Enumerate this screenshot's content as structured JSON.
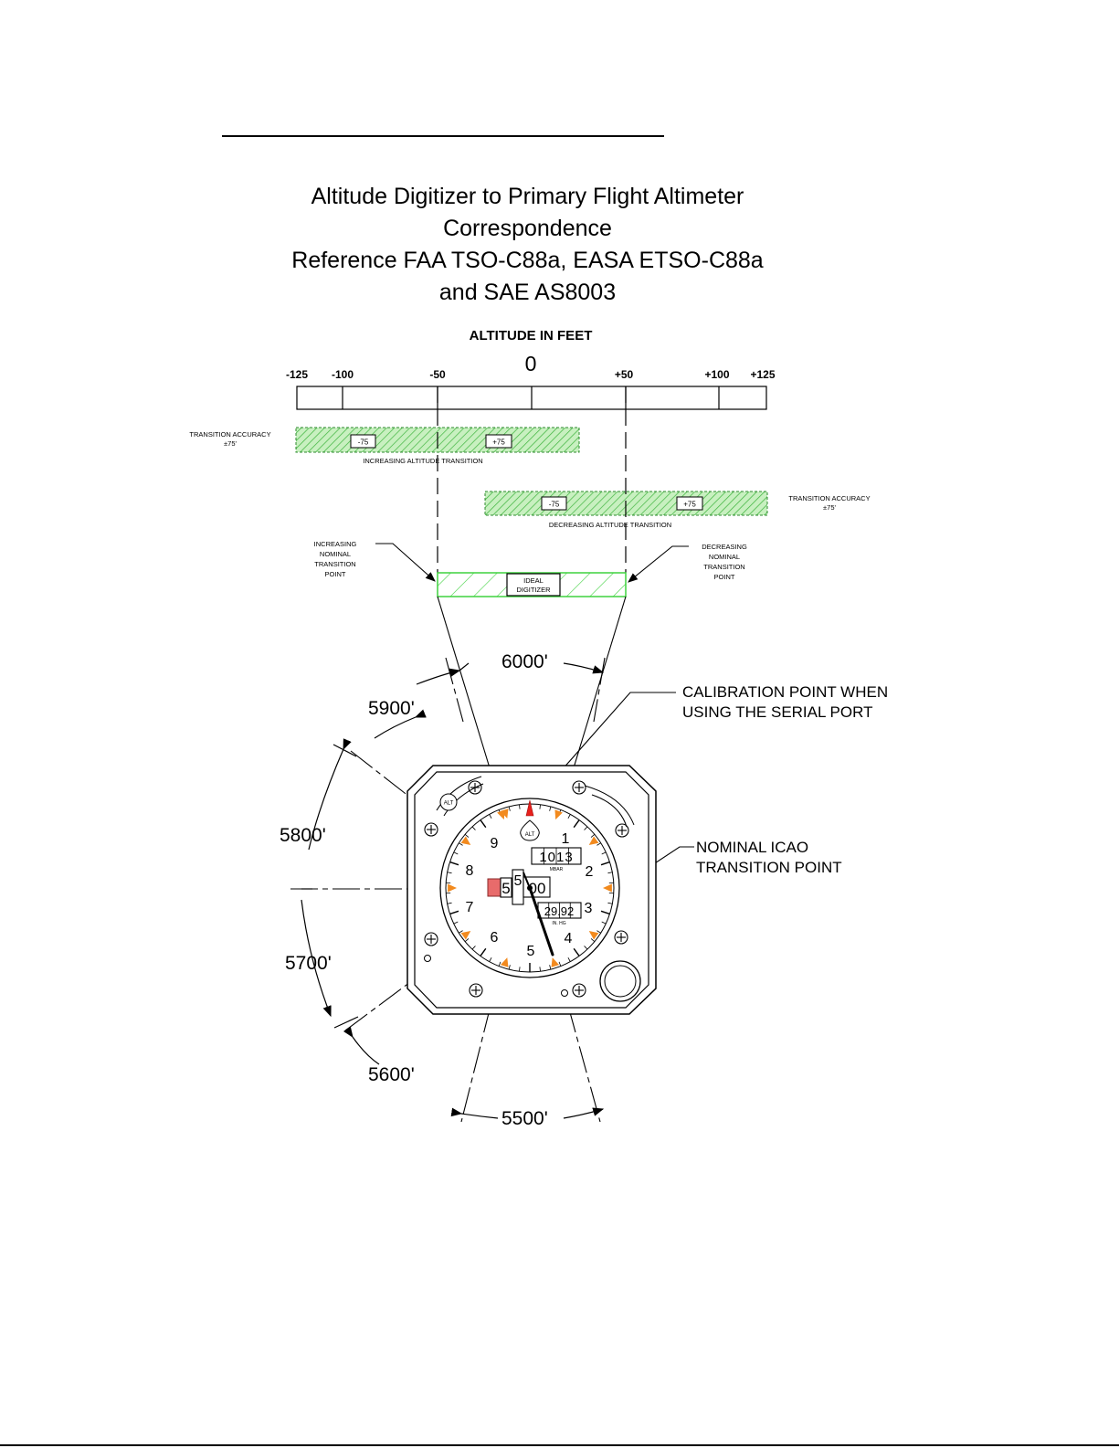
{
  "title": {
    "line1": "Altitude Digitizer to Primary Flight Altimeter",
    "line2": "Correspondence",
    "line3": "Reference FAA TSO-C88a, EASA ETSO-C88a",
    "line4": "and SAE AS8003"
  },
  "scale": {
    "heading": "ALTITUDE IN FEET",
    "zero_label": "0",
    "ticks": [
      "-125",
      "-100",
      "-50",
      "+50",
      "+100",
      "+125"
    ]
  },
  "increasing_band": {
    "left_note_line1": "TRANSITION ACCURACY",
    "left_note_line2": "±75'",
    "box_minus": "-75",
    "box_plus": "+75",
    "label": "INCREASING ALTITUDE TRANSITION"
  },
  "decreasing_band": {
    "right_note_line1": "TRANSITION ACCURACY",
    "right_note_line2": "±75'",
    "box_minus": "-75",
    "box_plus": "+75",
    "label": "DECREASING ALTITUDE TRANSITION"
  },
  "increasing_nominal": [
    "INCREASING",
    "NOMINAL",
    "TRANSITION",
    "POINT"
  ],
  "decreasing_nominal": [
    "DECREASING",
    "NOMINAL",
    "TRANSITION",
    "POINT"
  ],
  "ideal_digitizer": [
    "IDEAL",
    "DIGITIZER"
  ],
  "altitude_marks": [
    "6000'",
    "5900'",
    "5800'",
    "5700'",
    "5600'",
    "5500'"
  ],
  "callouts": {
    "calibration_line1": "CALIBRATION POINT WHEN",
    "calibration_line2": "USING THE SERIAL PORT",
    "icao_line1": "NOMINAL ICAO",
    "icao_line2": "TRANSITION POINT"
  },
  "altimeter": {
    "dial_numbers": [
      "9",
      "1",
      "8",
      "2",
      "7",
      "3",
      "6",
      "4",
      "5"
    ],
    "alt_badge": "ALT",
    "mbar_value": "1013",
    "mbar_unit": "MBAR",
    "inhg_value": "29.92",
    "inhg_unit": "IN. HG",
    "counter_thousands": "5",
    "counter_hundreds": "5",
    "counter_rest": "00",
    "knob_badge": "ALT"
  },
  "colors": {
    "band_green": "#3fd23f",
    "band_fill": "#c8f0c0",
    "pointer_orange": "#f28a1e",
    "index_red": "#e8201c",
    "counter_red": "#e86b6b"
  }
}
